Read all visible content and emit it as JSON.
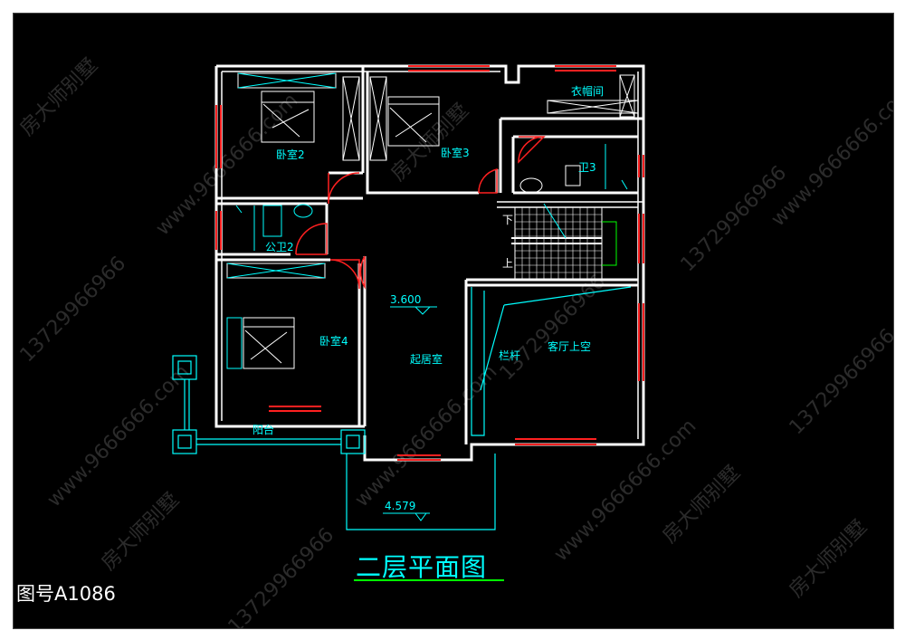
{
  "title": "二层平面图",
  "drawing_number": "图号A1086",
  "elevation_upper": "3.600",
  "elevation_lower": "4.579",
  "rooms": {
    "bedroom2": "卧室2",
    "bedroom3": "卧室3",
    "bedroom4": "卧室4",
    "closet": "衣帽间",
    "bath3": "卫3",
    "public_bath2": "公卫2",
    "living_room": "起居室",
    "double_height": "客厅上空",
    "railing": "栏杆",
    "balcony": "阳台"
  },
  "stair": {
    "down": "下",
    "up": "上"
  },
  "watermark": {
    "brand": "房大师别墅",
    "phone": "13729966966",
    "site": "www.9666666.com"
  },
  "colors": {
    "background": "#000000",
    "wall": "#ffffff",
    "window": "#ff2020",
    "annotation": "#00ffff",
    "underline": "#00ff00"
  }
}
